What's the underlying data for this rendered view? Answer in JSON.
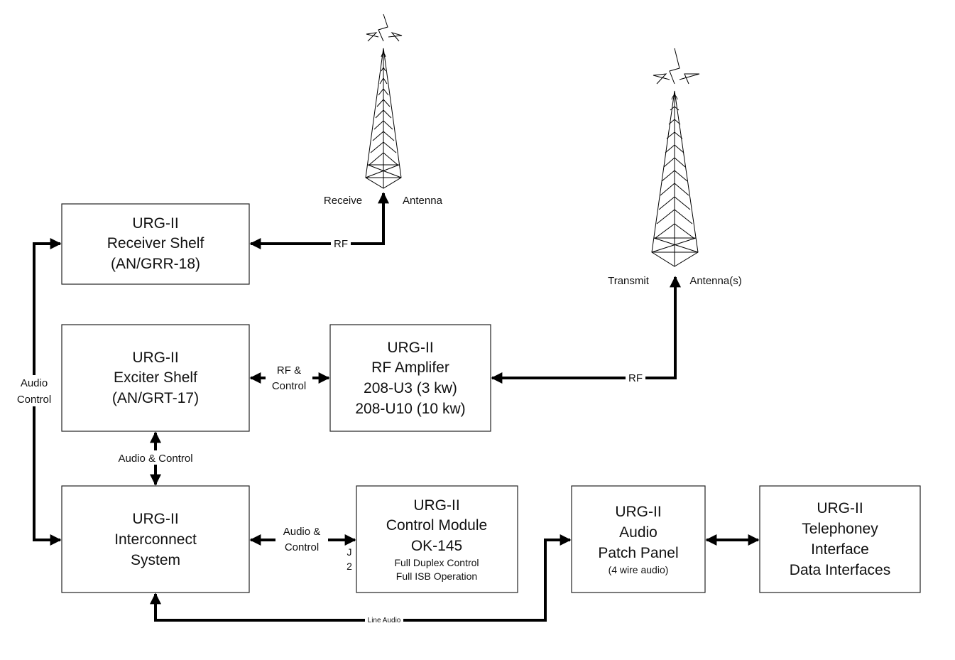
{
  "receiver_shelf": {
    "lines": [
      "URG-II",
      "Receiver Shelf",
      "(AN/GRR-18)"
    ]
  },
  "exciter_shelf": {
    "lines": [
      "URG-II",
      "Exciter Shelf",
      "(AN/GRT-17)"
    ]
  },
  "interconnect": {
    "lines": [
      "URG-II",
      "Interconnect",
      "System"
    ]
  },
  "rf_amplifier": {
    "lines": [
      "URG-II",
      "RF Amplifer",
      "208-U3 (3 kw)",
      "208-U10 (10 kw)"
    ]
  },
  "control_module": {
    "lines": [
      "URG-II",
      "Control Module",
      "OK-145"
    ],
    "details": [
      "Full Duplex Control",
      "Full ISB Operation"
    ]
  },
  "patch_panel": {
    "lines": [
      "URG-II",
      "Audio",
      "Patch Panel"
    ],
    "detail": "(4 wire audio)"
  },
  "telephony": {
    "lines": [
      "URG-II",
      "Telephoney",
      "Interface",
      "Data Interfaces"
    ]
  },
  "receive_antenna": {
    "left": "Receive",
    "right": "Antenna"
  },
  "transmit_antenna": {
    "left": "Transmit",
    "right": "Antenna(s)"
  },
  "links": {
    "rx_rf": "RF",
    "tx_rf": "RF",
    "exciter_amp": [
      "RF &",
      "Control"
    ],
    "exciter_interconnect": "Audio & Control",
    "side_audio_control": [
      "Audio",
      "Control"
    ],
    "interconnect_control": [
      "Audio &",
      "Control"
    ],
    "j2": [
      "J",
      "2"
    ],
    "line_audio": "Line Audio"
  }
}
